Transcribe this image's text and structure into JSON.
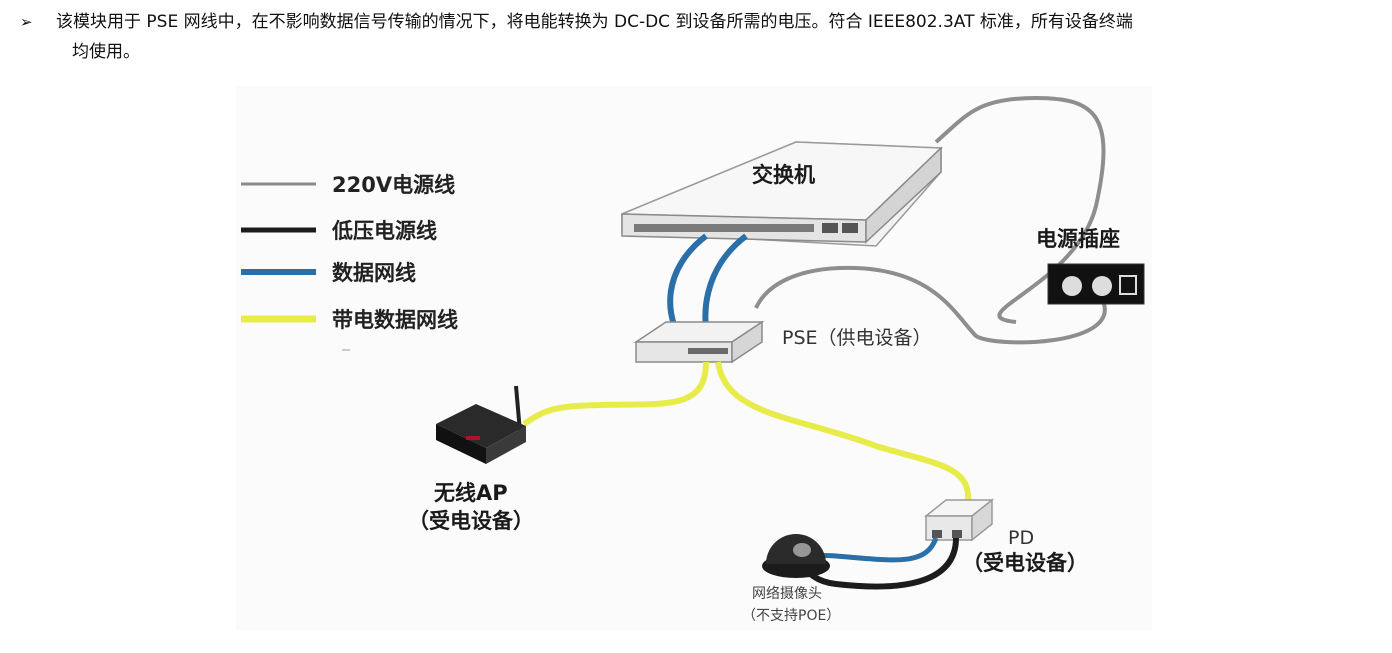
{
  "intro": {
    "marker": "➢",
    "line1": "该模块用于 PSE 网线中，在不影响数据信号传输的情况下，将电能转换为 DC-DC 到设备所需的电压。符合 IEEE802.3AT 标准，所有设备终端",
    "line2": "均使用。"
  },
  "diagram": {
    "legend": [
      {
        "label": "220V电源线",
        "color": "#8a8a8a"
      },
      {
        "label": "低压电源线",
        "color": "#1c1c1c"
      },
      {
        "label": "数据网线",
        "color": "#2a6fa8"
      },
      {
        "label": "带电数据网线",
        "color": "#e8ec4a"
      }
    ],
    "switch_label": "交换机",
    "outlet_label": "电源插座",
    "pse_label": "PSE（供电设备）",
    "ap_label_1": "无线AP",
    "ap_label_2": "（受电设备）",
    "pd_label_1": "PD",
    "pd_label_2": "（受电设备）",
    "camera_label_1": "网络摄像头",
    "camera_label_2": "（不支持POE）"
  }
}
